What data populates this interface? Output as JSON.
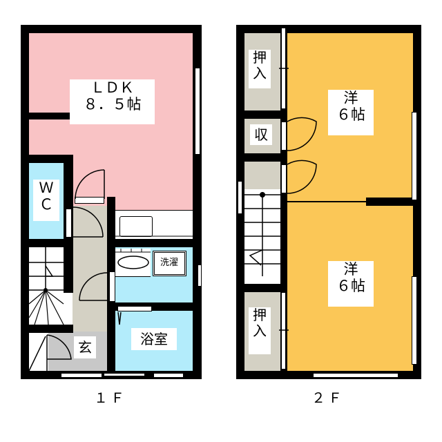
{
  "colors": {
    "ldk": "#f9c3c5",
    "wet": "#b3ecfb",
    "hall": "#d4d1c4",
    "genkan": "#c8c8c8",
    "western": "#fbc757",
    "storage": "#d4d1c4",
    "wall": "#000000",
    "background": "#ffffff"
  },
  "floor1": {
    "label": "１Ｆ",
    "rooms": {
      "ldk": {
        "line1": "ＬＤＫ",
        "line2": "８．５帖"
      },
      "wc": {
        "line1": "Ｗ",
        "line2": "Ｃ"
      },
      "laundry": {
        "label": "洗濯"
      },
      "bath": {
        "label": "浴室"
      },
      "genkan": {
        "label": "玄"
      }
    }
  },
  "floor2": {
    "label": "２Ｆ",
    "rooms": {
      "closet_top": {
        "line1": "押",
        "line2": "入"
      },
      "storage": {
        "label": "収"
      },
      "western_top": {
        "line1": "洋",
        "line2": "６帖"
      },
      "western_bottom": {
        "line1": "洋",
        "line2": "６帖"
      },
      "closet_bottom": {
        "line1": "押",
        "line2": "入"
      }
    }
  }
}
